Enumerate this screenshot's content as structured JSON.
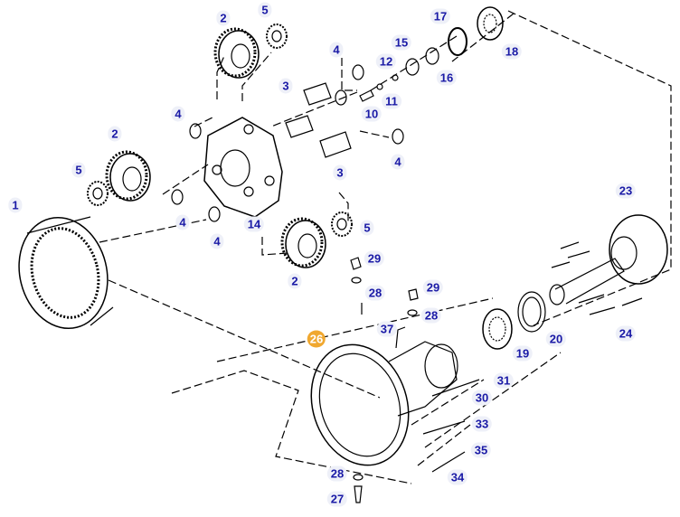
{
  "highlight_color": "#f0a830",
  "label_color": "#1a1aa6",
  "callouts": [
    {
      "id": "c1",
      "text": "1"
    },
    {
      "id": "c2a",
      "text": "2"
    },
    {
      "id": "c2b",
      "text": "2"
    },
    {
      "id": "c2c",
      "text": "2"
    },
    {
      "id": "c3a",
      "text": "3"
    },
    {
      "id": "c3b",
      "text": "3"
    },
    {
      "id": "c4a",
      "text": "4"
    },
    {
      "id": "c4b",
      "text": "4"
    },
    {
      "id": "c4c",
      "text": "4"
    },
    {
      "id": "c4d",
      "text": "4"
    },
    {
      "id": "c4e",
      "text": "4"
    },
    {
      "id": "c5a",
      "text": "5"
    },
    {
      "id": "c5b",
      "text": "5"
    },
    {
      "id": "c5c",
      "text": "5"
    },
    {
      "id": "c10",
      "text": "10"
    },
    {
      "id": "c11",
      "text": "11"
    },
    {
      "id": "c12",
      "text": "12"
    },
    {
      "id": "c14",
      "text": "14"
    },
    {
      "id": "c15",
      "text": "15"
    },
    {
      "id": "c16",
      "text": "16"
    },
    {
      "id": "c17",
      "text": "17"
    },
    {
      "id": "c18",
      "text": "18"
    },
    {
      "id": "c19",
      "text": "19"
    },
    {
      "id": "c20",
      "text": "20"
    },
    {
      "id": "c23",
      "text": "23"
    },
    {
      "id": "c24",
      "text": "24"
    },
    {
      "id": "c26",
      "text": "26"
    },
    {
      "id": "c27",
      "text": "27"
    },
    {
      "id": "c28a",
      "text": "28"
    },
    {
      "id": "c28b",
      "text": "28"
    },
    {
      "id": "c28c",
      "text": "28"
    },
    {
      "id": "c29a",
      "text": "29"
    },
    {
      "id": "c29b",
      "text": "29"
    },
    {
      "id": "c30",
      "text": "30"
    },
    {
      "id": "c31",
      "text": "31"
    },
    {
      "id": "c33",
      "text": "33"
    },
    {
      "id": "c34",
      "text": "34"
    },
    {
      "id": "c35",
      "text": "35"
    },
    {
      "id": "c37",
      "text": "37"
    }
  ]
}
